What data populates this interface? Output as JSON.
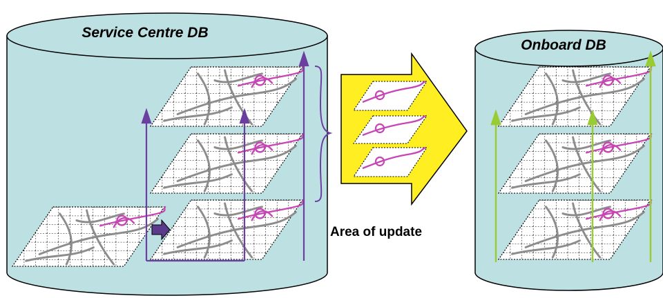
{
  "service_db": {
    "title": "Service Centre DB"
  },
  "onboard_db": {
    "title": "Onboard DB"
  },
  "update": {
    "label": "Area of update"
  },
  "colors": {
    "cylinder_fill": "#bde0e3",
    "cylinder_stroke": "#000000",
    "road": "#8c8c8c",
    "interchange": "#c845b4",
    "arrow_service": "#6a3fa0",
    "arrow_onboard": "#99cc33",
    "big_arrow": "#ffee22",
    "small_arrow": "#5b3a8c"
  }
}
